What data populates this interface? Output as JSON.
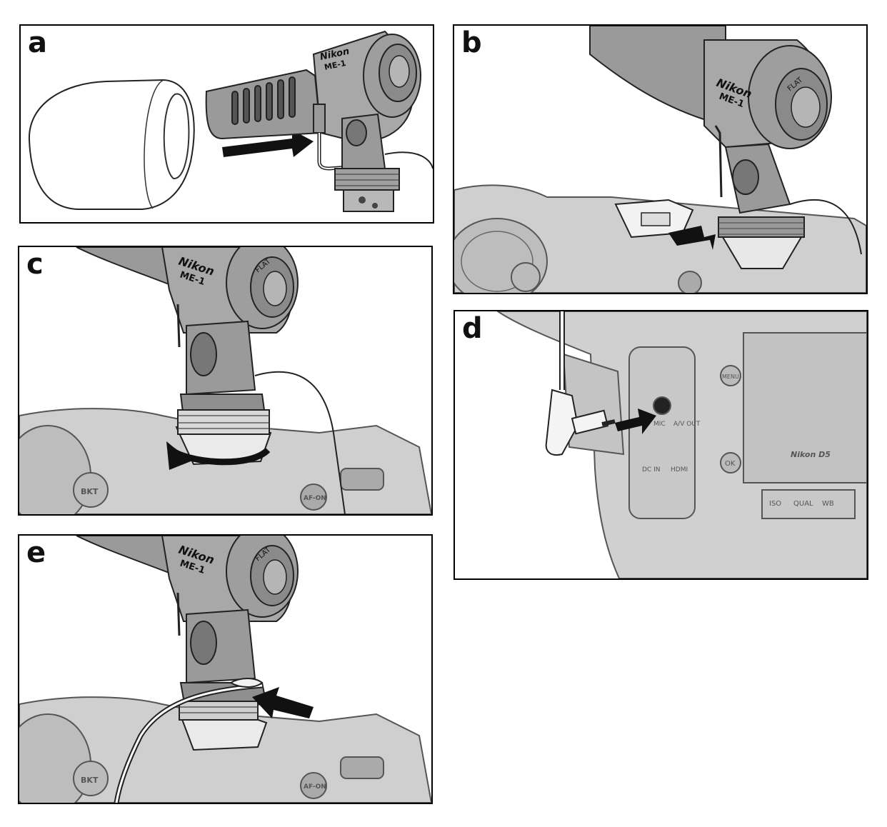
{
  "panels": {
    "a": {
      "label": "a",
      "mic_brand": "Nikon",
      "mic_model": "ME-1"
    },
    "b": {
      "label": "b",
      "mic_brand": "Nikon",
      "mic_model": "ME-1",
      "dial_text": "FLAT"
    },
    "c": {
      "label": "c",
      "mic_brand": "Nikon",
      "mic_model": "ME-1",
      "dial_text": "FLAT",
      "cam_buttons": [
        "BKT",
        "AF-ON"
      ]
    },
    "d": {
      "label": "d",
      "camera_model": "Nikon D5",
      "port_labels": [
        "MIC",
        "A/V OUT",
        "DC IN",
        "HDMI"
      ],
      "buttons": [
        "MENU",
        "OK",
        "ISO",
        "QUAL",
        "WB"
      ]
    },
    "e": {
      "label": "e",
      "mic_brand": "Nikon",
      "mic_model": "ME-1",
      "dial_text": "FLAT",
      "cam_buttons": [
        "BKT",
        "AF-ON"
      ]
    }
  },
  "colors": {
    "border": "#000000",
    "camera_fill": "#c8c8c8",
    "mic_fill": "#999999",
    "arrow": "#111111"
  }
}
